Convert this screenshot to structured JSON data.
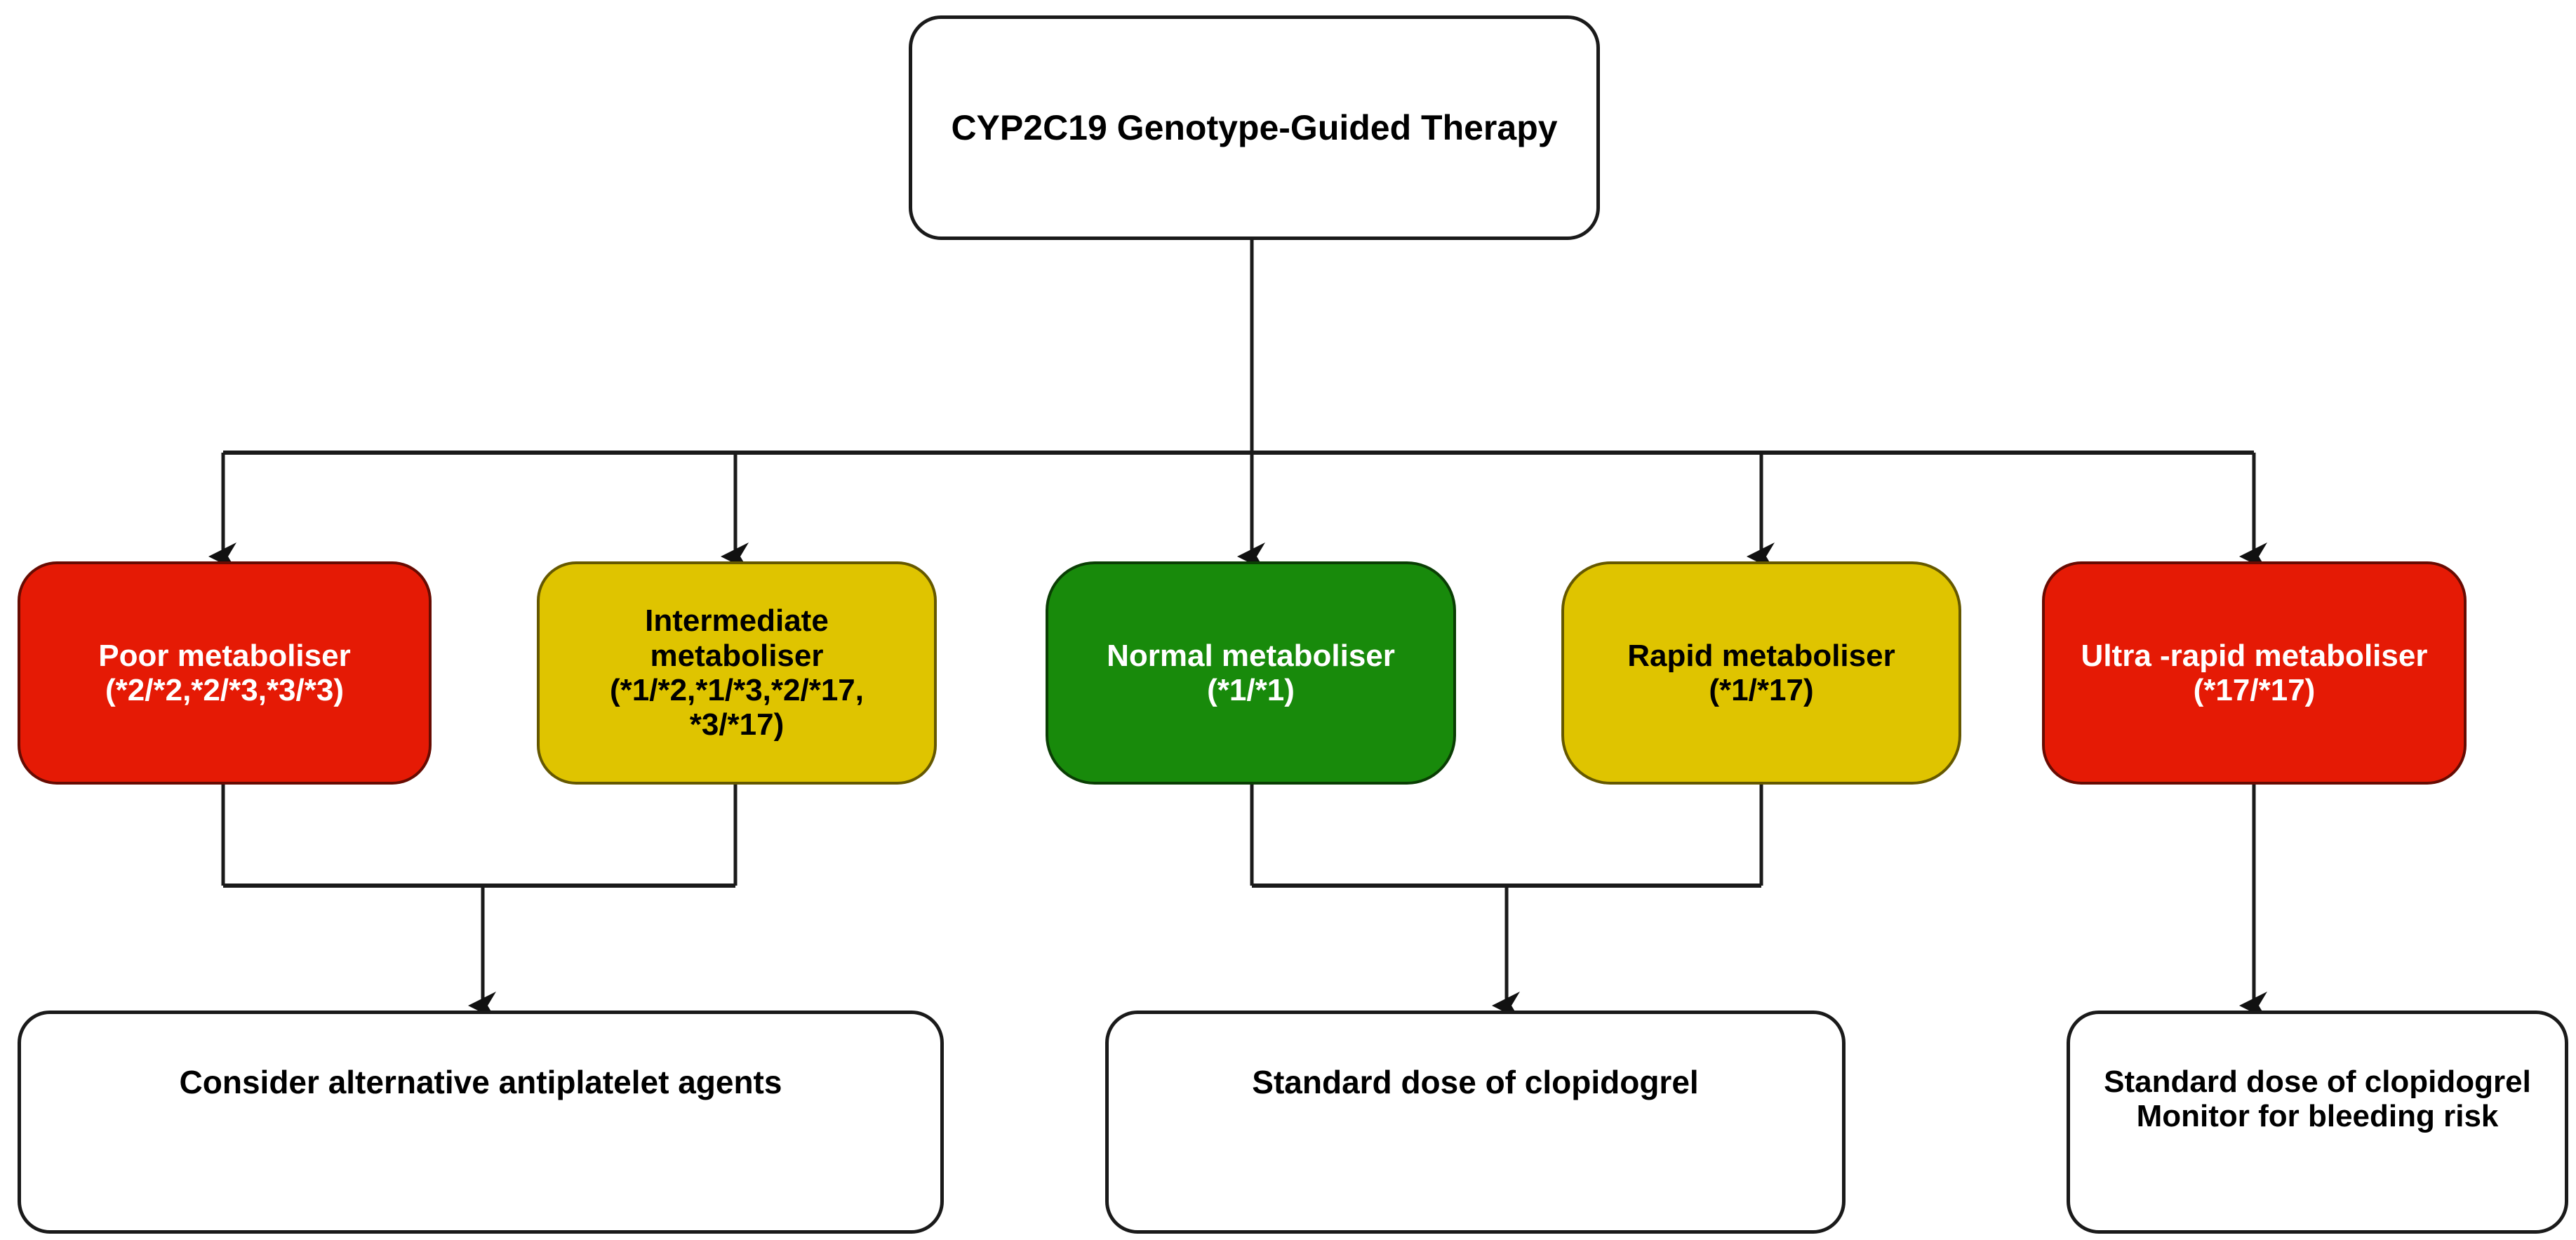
{
  "diagram": {
    "title_node": {
      "id": "root",
      "label": "CYP2C19 Genotype-Guided Therapy",
      "fill": "#ffffff",
      "text_color": "#000000"
    },
    "phenotype_nodes": [
      {
        "id": "poor",
        "label": "Poor metaboliser\n(*2/*2,*2/*3,*3/*3)",
        "name": "Poor metaboliser",
        "genotypes": "(*2/*2,*2/*3,*3/*3)",
        "fill": "#E51A05",
        "text_color": "#ffffff"
      },
      {
        "id": "intermediate",
        "label": "Intermediate\nmetaboliser\n(*1/*2,*1/*3,*2/*17,\n*3/*17)",
        "name": "Intermediate metaboliser",
        "genotypes": "(*1/*2,*1/*3,*2/*17, *3/*17)",
        "fill": "#DFC400",
        "text_color": "#000000"
      },
      {
        "id": "normal",
        "label": "Normal metaboliser\n(*1/*1)",
        "name": "Normal metaboliser",
        "genotypes": "(*1/*1)",
        "fill": "#188A0B",
        "text_color": "#ffffff"
      },
      {
        "id": "rapid",
        "label": "Rapid metaboliser\n(*1/*17)",
        "name": "Rapid metaboliser",
        "genotypes": "(*1/*17)",
        "fill": "#DFC400",
        "text_color": "#000000"
      },
      {
        "id": "ultrarapid",
        "label": "Ultra -rapid metaboliser\n(*17/*17)",
        "name": "Ultra -rapid metaboliser",
        "genotypes": "(*17/*17)",
        "fill": "#E51A05",
        "text_color": "#ffffff"
      }
    ],
    "outcome_nodes": [
      {
        "id": "outcome-left",
        "label": "Consider alternative antiplatelet agents",
        "fill": "#ffffff",
        "text_color": "#000000",
        "from": [
          "poor",
          "intermediate"
        ]
      },
      {
        "id": "outcome-middle",
        "label": "Standard dose of clopidogrel",
        "fill": "#ffffff",
        "text_color": "#000000",
        "from": [
          "normal",
          "rapid"
        ]
      },
      {
        "id": "outcome-right",
        "label": "Standard dose of clopidogrel\nMonitor for bleeding risk",
        "fill": "#ffffff",
        "text_color": "#000000",
        "from": [
          "ultrarapid"
        ]
      }
    ],
    "edge_color": "#1a1a1a",
    "background": "#ffffff"
  }
}
